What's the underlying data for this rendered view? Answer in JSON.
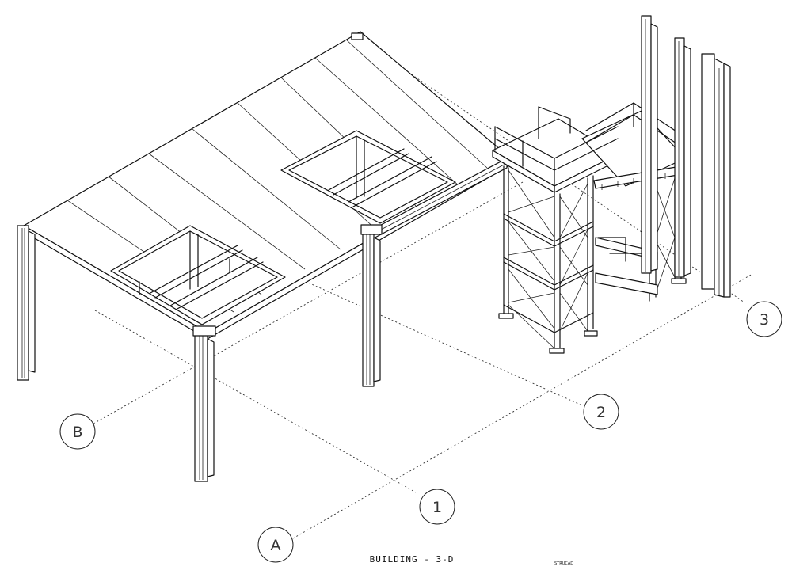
{
  "drawing": {
    "title": "BUILDING - 3-D",
    "logo_text": "STRUCAD",
    "grid_labels": {
      "grid_a": "A",
      "grid_b": "B",
      "grid_1": "1",
      "grid_2": "2",
      "grid_3": "3"
    },
    "line_color": "#111111",
    "background": "#ffffff"
  }
}
